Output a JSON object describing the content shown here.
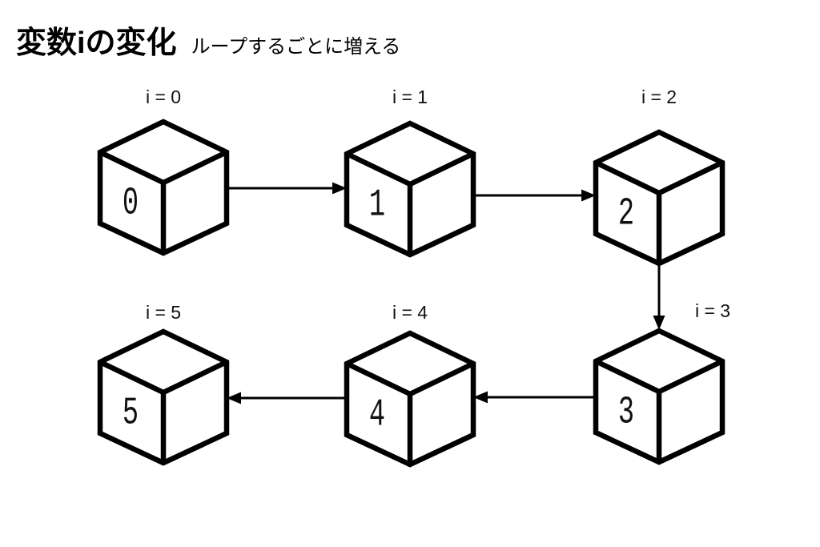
{
  "header": {
    "title": "変数iの変化",
    "subtitle": "ループするごとに増える"
  },
  "diagram": {
    "description": "loop-variable-state-diagram",
    "nodes": [
      {
        "id": "state-0",
        "label": "i = 0",
        "value": "0"
      },
      {
        "id": "state-1",
        "label": "i = 1",
        "value": "1"
      },
      {
        "id": "state-2",
        "label": "i = 2",
        "value": "2"
      },
      {
        "id": "state-3",
        "label": "i = 3",
        "value": "3"
      },
      {
        "id": "state-4",
        "label": "i = 4",
        "value": "4"
      },
      {
        "id": "state-5",
        "label": "i = 5",
        "value": "5"
      }
    ],
    "edges": [
      {
        "from": "state-0",
        "to": "state-1",
        "direction": "right"
      },
      {
        "from": "state-1",
        "to": "state-2",
        "direction": "right"
      },
      {
        "from": "state-2",
        "to": "state-3",
        "direction": "down"
      },
      {
        "from": "state-3",
        "to": "state-4",
        "direction": "left"
      },
      {
        "from": "state-4",
        "to": "state-5",
        "direction": "left"
      }
    ],
    "colors": {
      "ink": "#000000",
      "background": "#ffffff"
    }
  }
}
